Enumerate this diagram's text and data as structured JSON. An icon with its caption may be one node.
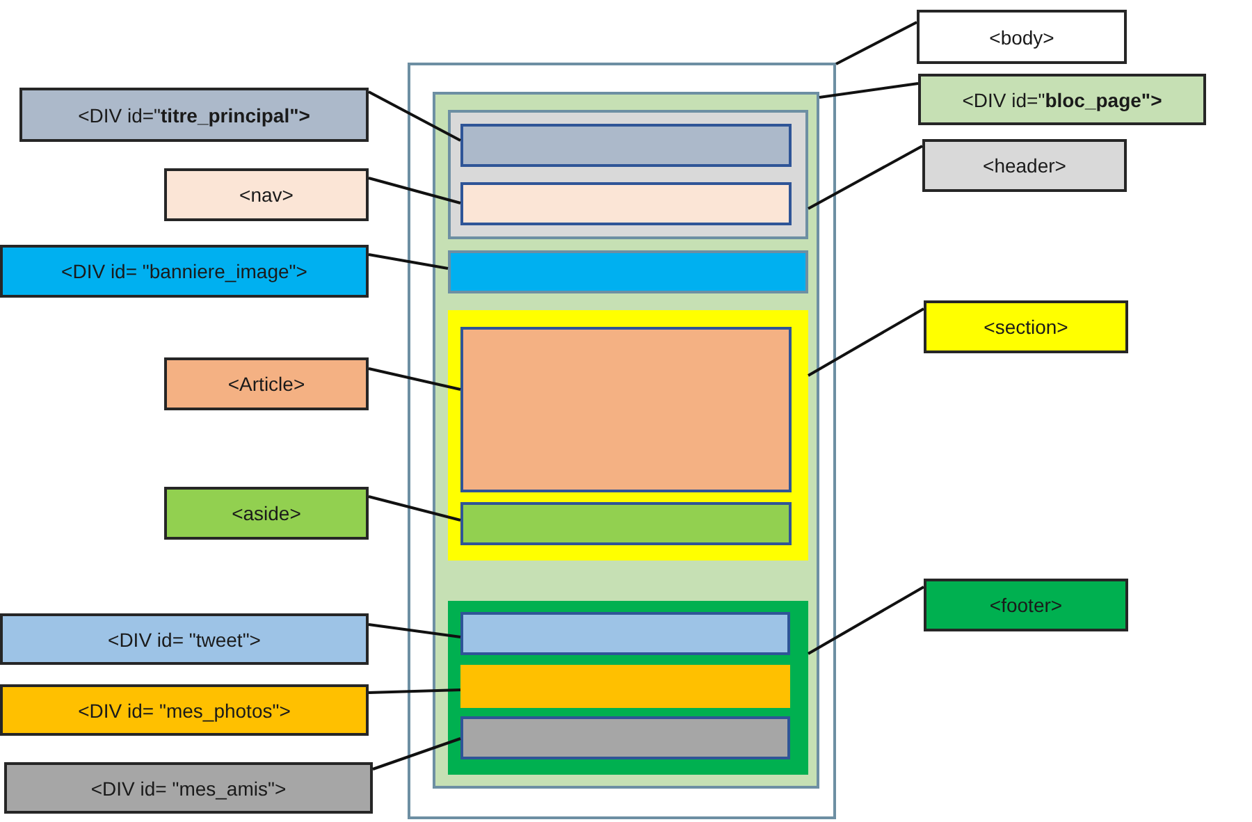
{
  "diagram": {
    "nodes": [
      {
        "text": [],
        "shape": "box"
      },
      {
        "text": [],
        "shape": "box",
        "in": 0
      },
      {
        "text": [],
        "shape": "box",
        "in": 1
      },
      {
        "text": [],
        "shape": "box",
        "in": 2
      },
      {
        "text": [],
        "shape": "box",
        "in": 2
      },
      {
        "text": [],
        "shape": "box",
        "in": 1
      },
      {
        "text": [],
        "shape": "box",
        "in": 1
      },
      {
        "text": [],
        "shape": "box",
        "in": 6
      },
      {
        "text": [],
        "shape": "box",
        "in": 6
      },
      {
        "text": [],
        "shape": "box",
        "in": 1
      },
      {
        "text": [],
        "shape": "box",
        "in": 9
      },
      {
        "text": [],
        "shape": "box",
        "in": 9
      },
      {
        "text": [],
        "shape": "box",
        "in": 9
      },
      {
        "text": [
          "<body>"
        ]
      },
      {
        "text": [
          "<DIV id=\"**bloc_page\">**"
        ]
      },
      {
        "text": [
          "<DIV id=\"**titre_principal\">**"
        ]
      },
      {
        "text": [
          "<header>"
        ]
      },
      {
        "text": [
          "<nav>"
        ]
      },
      {
        "text": [
          "<DIV id= \"banniere_image\">"
        ]
      },
      {
        "text": [
          "<section>"
        ]
      },
      {
        "text": [
          "<Article>"
        ]
      },
      {
        "text": [
          "<aside>"
        ]
      },
      {
        "text": [
          "<footer>"
        ]
      },
      {
        "text": [
          "<DIV id= \"tweet\">"
        ]
      },
      {
        "text": [
          "<DIV id= \"mes_photos\">"
        ]
      },
      {
        "text": [
          "<DIV id= \"mes_amis\">"
        ]
      }
    ],
    "edges": [
      {
        "from": 13,
        "to": 0,
        "arrow": "none"
      },
      {
        "from": 14,
        "to": 1,
        "arrow": "none"
      },
      {
        "from": 15,
        "to": 3,
        "arrow": "none"
      },
      {
        "from": 16,
        "to": 2,
        "arrow": "none"
      },
      {
        "from": 17,
        "to": 4,
        "arrow": "none"
      },
      {
        "from": 18,
        "to": 5,
        "arrow": "none"
      },
      {
        "from": 19,
        "to": 6,
        "arrow": "none"
      },
      {
        "from": 20,
        "to": 7,
        "arrow": "none"
      },
      {
        "from": 21,
        "to": 8,
        "arrow": "none"
      },
      {
        "from": 22,
        "to": 9,
        "arrow": "none"
      },
      {
        "from": 23,
        "to": 10,
        "arrow": "none"
      },
      {
        "from": 24,
        "to": 11,
        "arrow": "none"
      },
      {
        "from": 25,
        "to": 12,
        "arrow": "none"
      }
    ]
  }
}
